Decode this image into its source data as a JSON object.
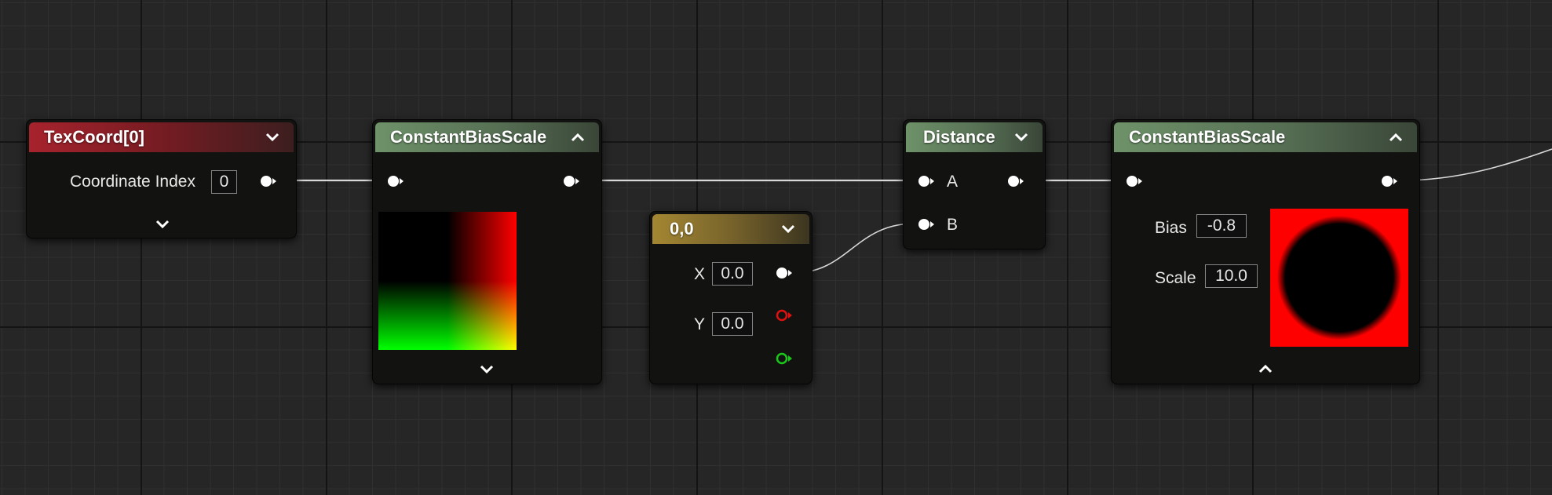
{
  "nodes": {
    "texcoord": {
      "title": "TexCoord[0]",
      "param_label": "Coordinate Index",
      "param_value": "0"
    },
    "cbs1": {
      "title": "ConstantBiasScale"
    },
    "constant2": {
      "title": "0,0",
      "x_label": "X",
      "x_value": "0.0",
      "y_label": "Y",
      "y_value": "0.0"
    },
    "distance": {
      "title": "Distance",
      "pin_a": "A",
      "pin_b": "B"
    },
    "cbs2": {
      "title": "ConstantBiasScale",
      "bias_label": "Bias",
      "bias_value": "-0.8",
      "scale_label": "Scale",
      "scale_value": "10.0"
    }
  },
  "colors": {
    "texcoord_header": "#a7232d",
    "cbs_header": "#6e9269",
    "constant_header": "#a48733",
    "pin_white": "#ffffff",
    "pin_red": "#e01010",
    "pin_green": "#19c819",
    "wire": "#d8d8d8"
  },
  "icons": [
    "chevron-down-icon",
    "chevron-up-icon",
    "exec-pin-icon"
  ]
}
